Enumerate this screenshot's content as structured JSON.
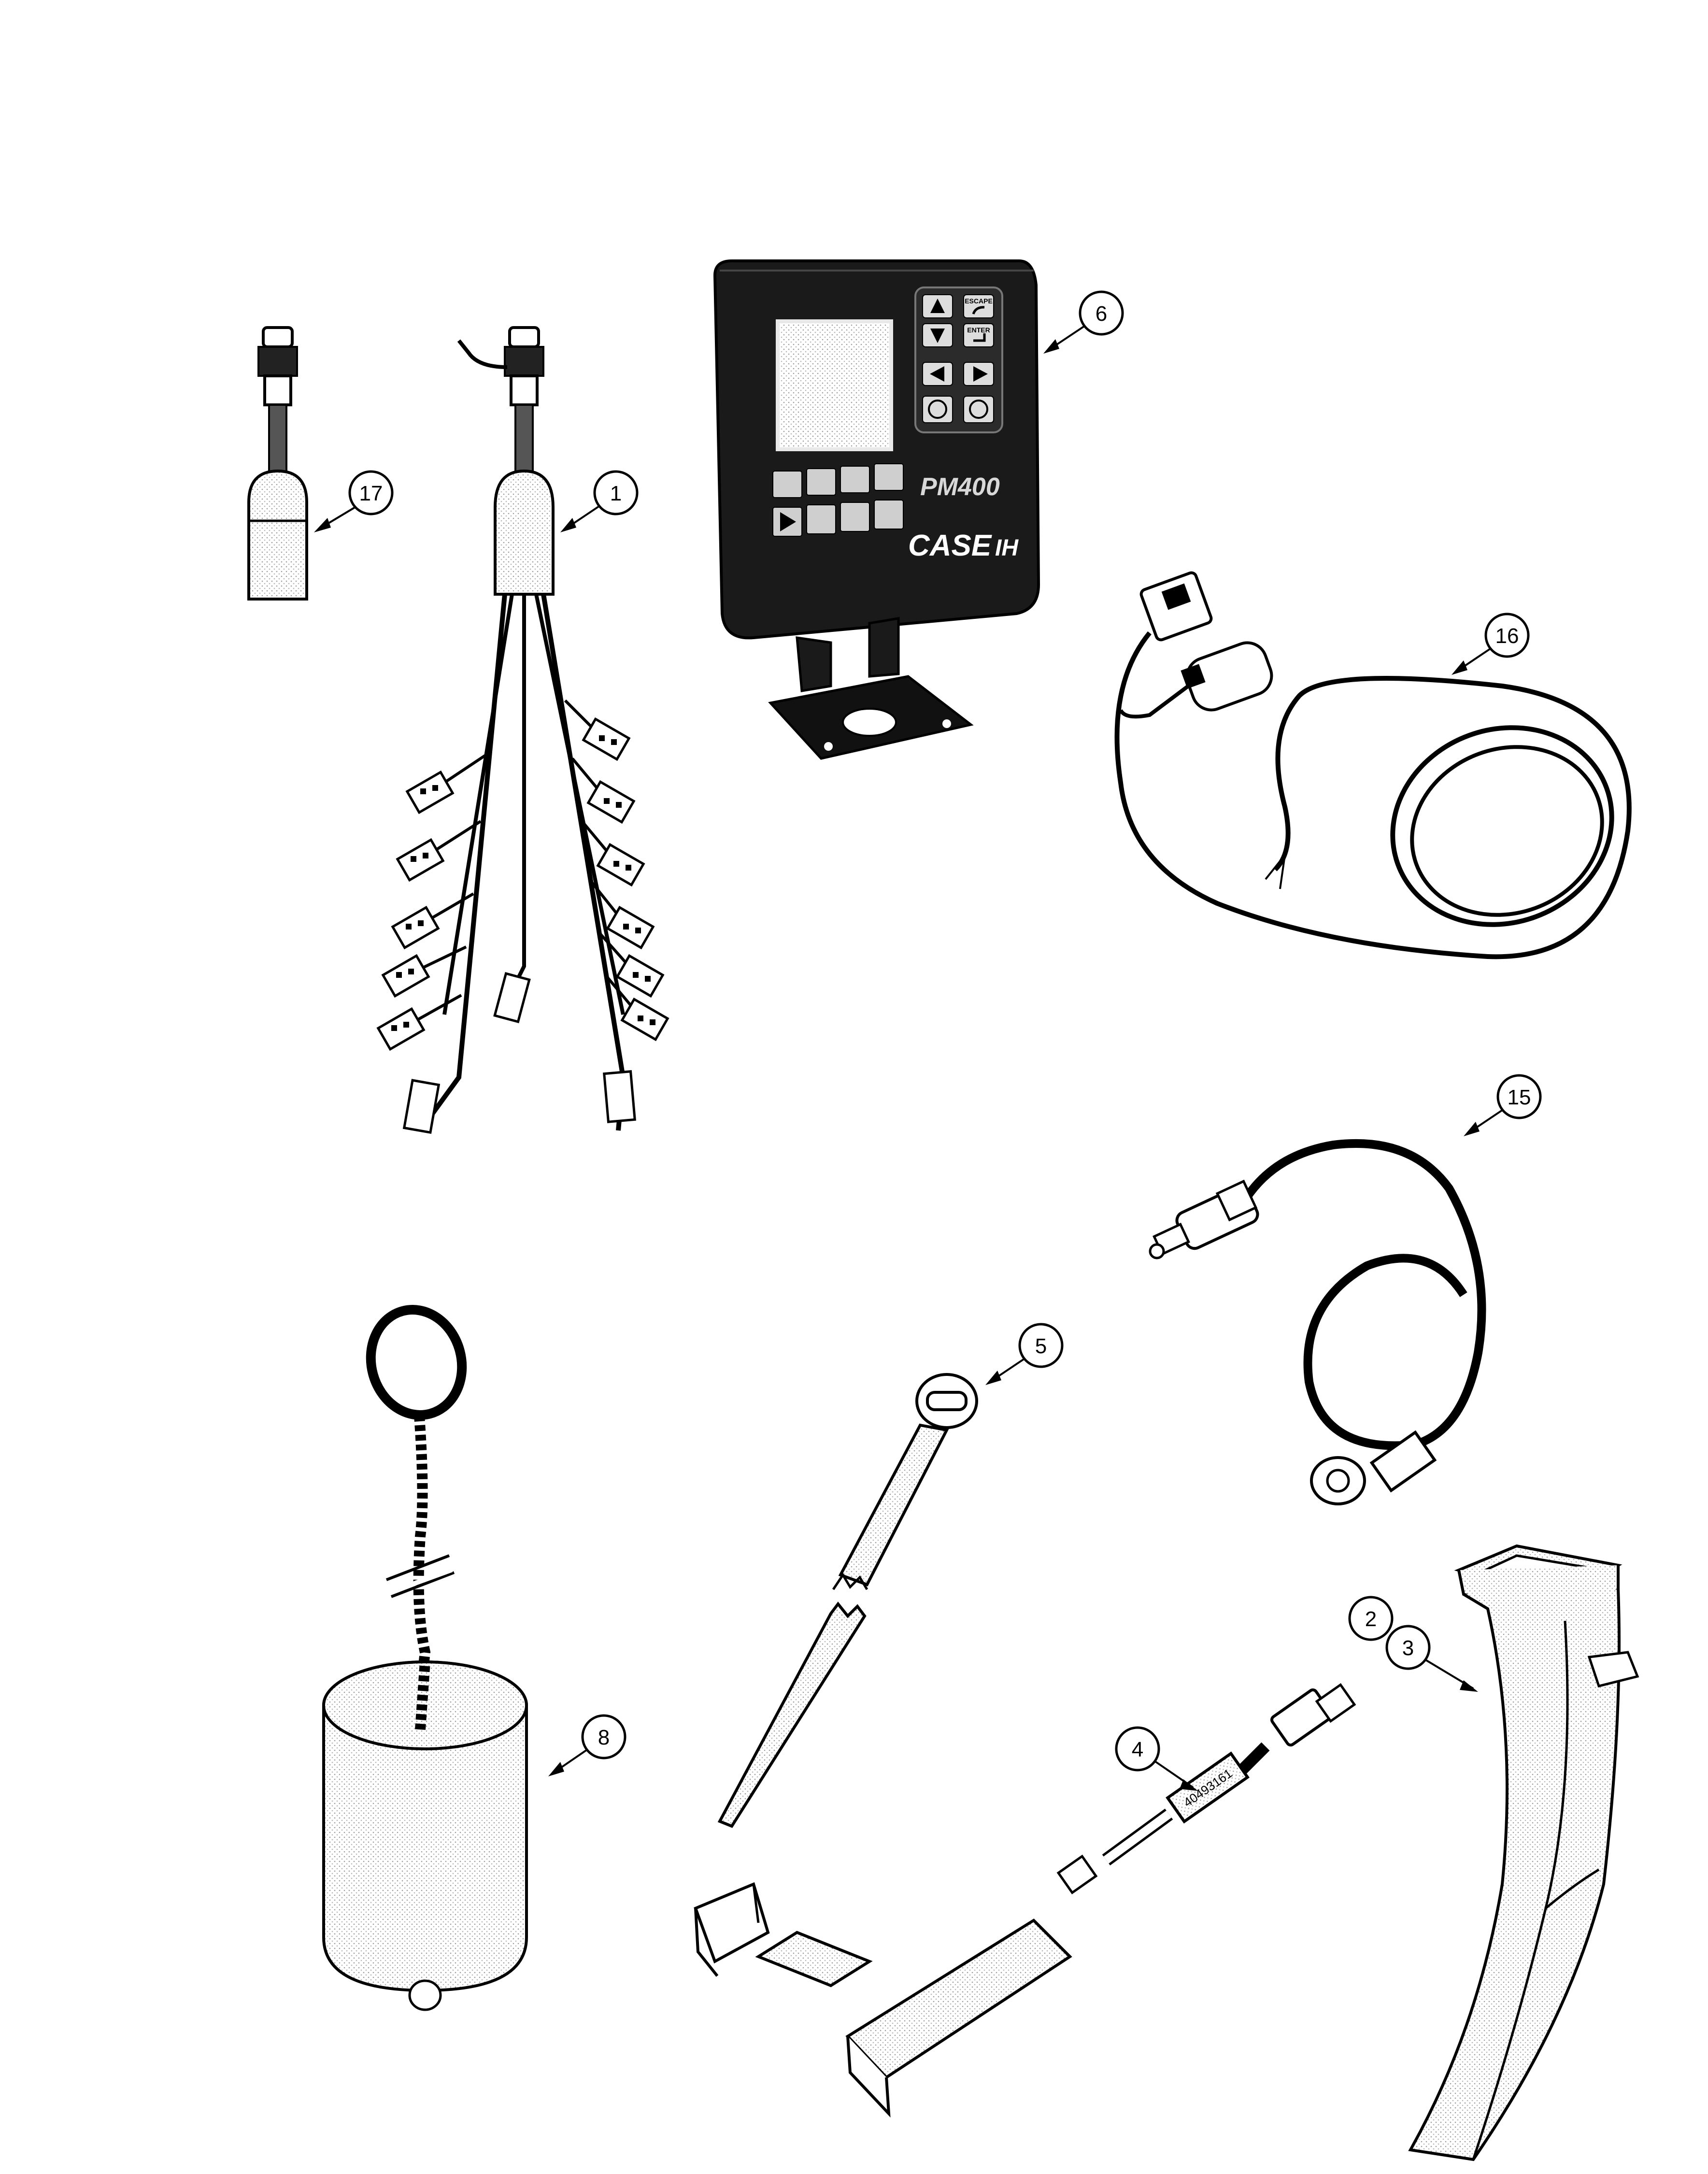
{
  "callouts": {
    "c1": "1",
    "c2": "2",
    "c3": "3",
    "c4": "4",
    "c5": "5",
    "c6": "6",
    "c8": "8",
    "c15": "15",
    "c16": "16",
    "c17": "17"
  },
  "monitor": {
    "model_label": "PM400",
    "brand_label": "CASE",
    "brand_mark": "IH",
    "key_escape": "ESCAPE",
    "key_enter": "ENTER"
  },
  "sensor": {
    "part_number": "40493161"
  }
}
